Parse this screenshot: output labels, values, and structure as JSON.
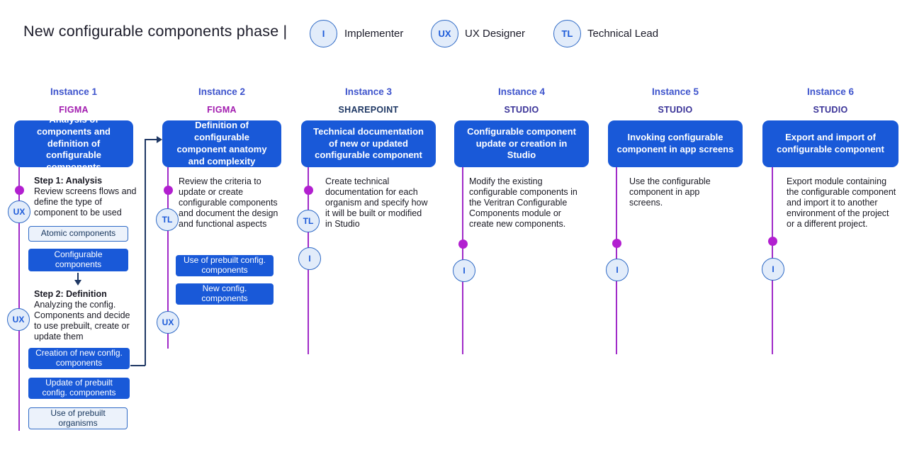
{
  "header": {
    "title": "New configurable components phase |",
    "legend": [
      {
        "badge": "I",
        "label": "Implementer"
      },
      {
        "badge": "UX",
        "label": "UX Designer"
      },
      {
        "badge": "TL",
        "label": "Technical Lead"
      }
    ]
  },
  "colors": {
    "accent_blue": "#1959D8",
    "instance_title_blue": "#3D53CC",
    "figma_label": "#A21CAF",
    "sharepoint_label": "#1F3864",
    "studio_label": "#3A3398",
    "timeline_purple": "#A02BC8",
    "dot_magenta": "#B21FD0",
    "badge_fill": "#E2ECFA",
    "badge_border": "#2F6AC6",
    "connector_navy": "#1F3864"
  },
  "instances": [
    {
      "title": "Instance 1",
      "tool": "FIGMA",
      "box": "Analysis of components and definition of configurable components",
      "step1_heading": "Step 1: Analysis",
      "step1_text": "Review screens flows and define the type of component to be used",
      "chip_atomic": "Atomic components",
      "chip_configurable": "Configurable components",
      "step2_heading": "Step 2: Definition",
      "step2_text": "Analyzing the config. Components and decide to use prebuilt, create or update them",
      "chip_creation": "Creation of new config. components",
      "chip_update": "Update of prebuilt config. components",
      "chip_use": "Use of prebuilt organisms",
      "badges": [
        "UX",
        "UX"
      ]
    },
    {
      "title": "Instance 2",
      "tool": "FIGMA",
      "box": "Definition of configurable component anatomy and complexity",
      "text": "Review the criteria to update or create configurable components and document the design and functional aspects",
      "chip_prebuilt": "Use of prebuilt config. components",
      "chip_new": "New config. components",
      "badges": [
        "TL",
        "UX"
      ]
    },
    {
      "title": "Instance 3",
      "tool": "SHAREPOINT",
      "box": "Technical documentation of new or updated configurable component",
      "text": "Create technical documentation for each organism and specify how it will be built or modified in Studio",
      "badges": [
        "TL",
        "I"
      ]
    },
    {
      "title": "Instance 4",
      "tool": "STUDIO",
      "box": "Configurable component update or creation in Studio",
      "text": "Modify the existing configurable components in the Veritran Configurable Components module or create new components.",
      "badges": [
        "I"
      ]
    },
    {
      "title": "Instance 5",
      "tool": "STUDIO",
      "box": "Invoking configurable component in app screens",
      "text": "Use the configurable component in app screens.",
      "badges": [
        "I"
      ]
    },
    {
      "title": "Instance 6",
      "tool": "STUDIO",
      "box": "Export and import of configurable component",
      "text": "Export module containing the configurable component and import it to another environment of the project or a different project.",
      "badges": [
        "I"
      ]
    }
  ]
}
